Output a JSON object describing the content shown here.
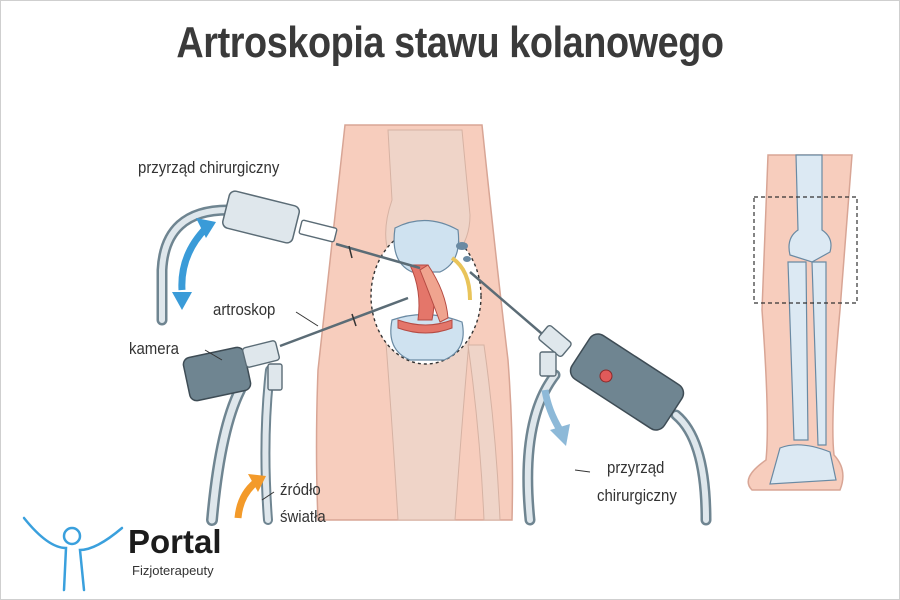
{
  "title": "Artroskopia stawu kolanowego",
  "labels": {
    "instrument_top": "przyrząd chirurgiczny",
    "arthroscope": "artroskop",
    "camera": "kamera",
    "light_line1": "źródło",
    "light_line2": "światła",
    "instrument_right_line1": "przyrząd",
    "instrument_right_line2": "chirurgiczny"
  },
  "logo": {
    "name": "Portal",
    "sub": "Fizjoterapeuty",
    "icon": "person-figure-icon"
  },
  "colors": {
    "skin": "#f7cdbd",
    "bone": "#dce9f3",
    "device": "#6f8591",
    "arrow_blue": "#3a9bd8",
    "arrow_orange": "#f39a2a",
    "title": "#3a3a3a"
  }
}
